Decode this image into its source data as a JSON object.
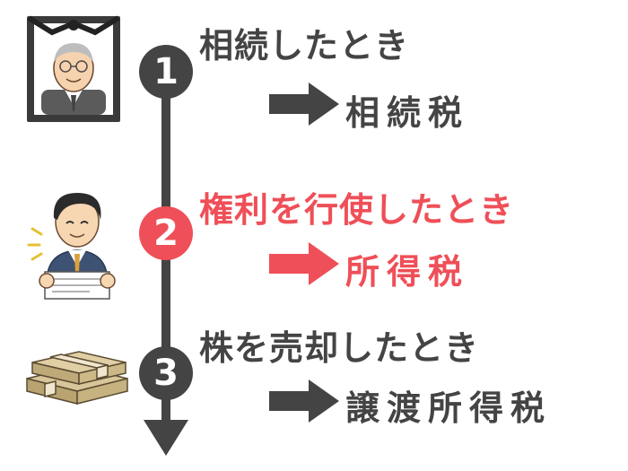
{
  "steps": [
    {
      "number": "1",
      "event": "相続したとき",
      "tax": "相続税",
      "color": "#444444"
    },
    {
      "number": "2",
      "event": "権利を行使したとき",
      "tax": "所得税",
      "color": "#ef4f58"
    },
    {
      "number": "3",
      "event": "株を売却したとき",
      "tax": "譲渡所得税",
      "color": "#444444"
    }
  ],
  "icons": [
    "memorial-portrait-icon",
    "businessman-with-document-icon",
    "money-bundles-icon",
    "right-arrow-icon"
  ],
  "colors": {
    "dark": "#444444",
    "accent": "#ef4f58"
  }
}
